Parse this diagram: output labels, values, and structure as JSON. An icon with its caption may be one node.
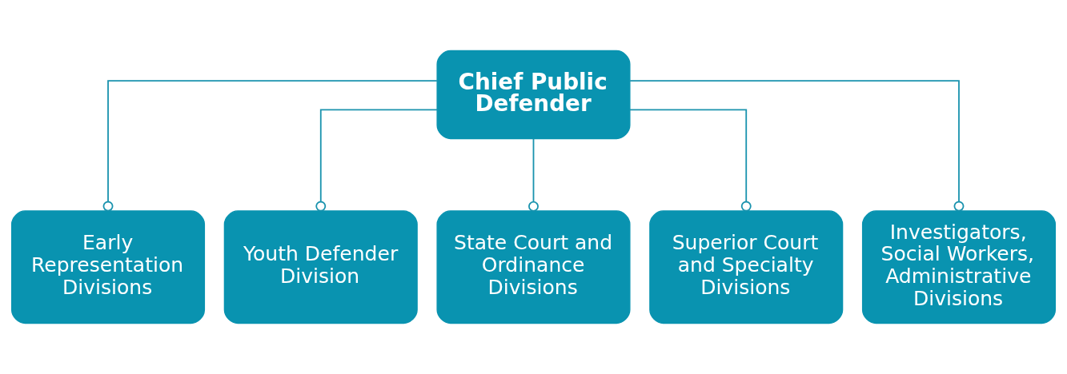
{
  "diagram": {
    "nodes": [
      {
        "text": [
          "Chief Public Defender"
        ]
      },
      {
        "text": [
          "Early Representation Divisions"
        ]
      },
      {
        "text": [
          "Youth Defender Division"
        ]
      },
      {
        "text": [
          "State Court and Ordinance Divisions"
        ]
      },
      {
        "text": [
          "Superior Court and Specialty Divisions"
        ]
      },
      {
        "text": [
          "Investigators, Social Workers, Administrative Divisions"
        ]
      }
    ],
    "edges": [
      {
        "from": 0,
        "to": 1,
        "arrow": "other"
      },
      {
        "from": 0,
        "to": 2,
        "arrow": "other"
      },
      {
        "from": 0,
        "to": 3,
        "arrow": "other"
      },
      {
        "from": 0,
        "to": 4,
        "arrow": "other"
      },
      {
        "from": 0,
        "to": 5,
        "arrow": "other"
      }
    ]
  }
}
